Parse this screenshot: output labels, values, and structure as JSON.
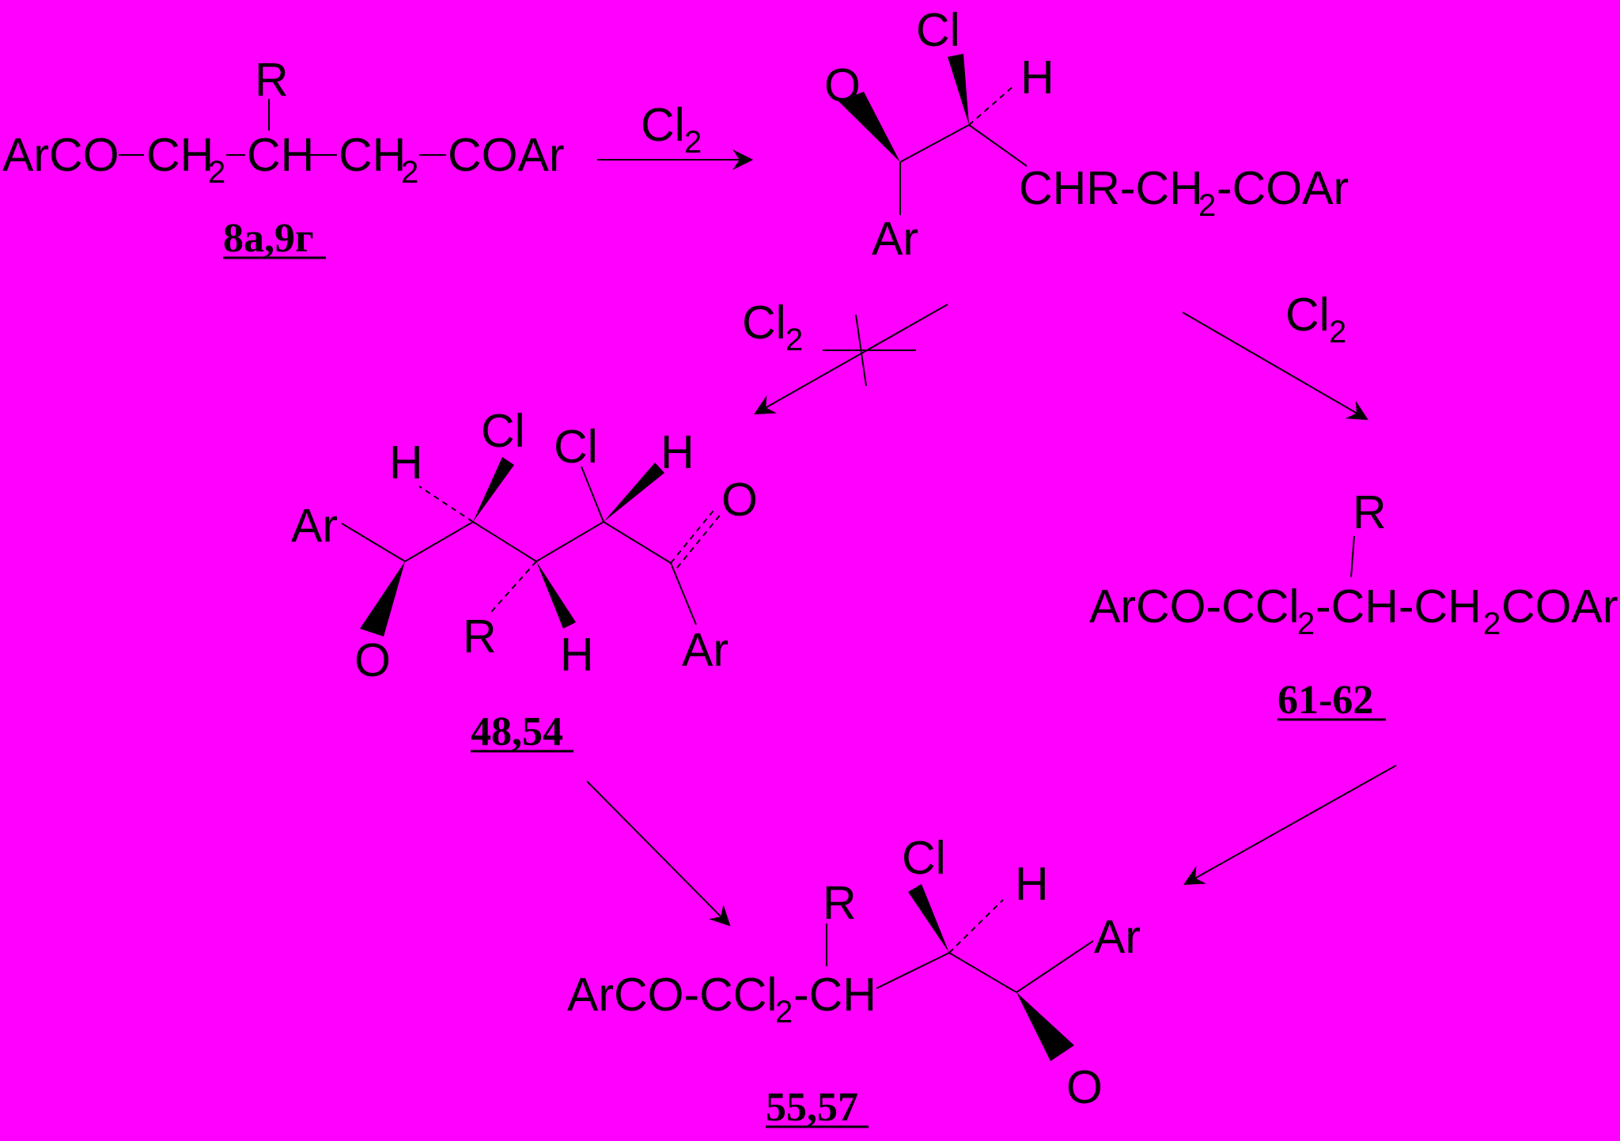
{
  "colors": {
    "background": "#FF00FF",
    "ink": "#000000"
  },
  "reagent": {
    "main": "Cl",
    "sub": "2"
  },
  "compounds": {
    "c8a9g": "8a,9г",
    "c48_54": "48,54",
    "c61_62": "61-62",
    "c55_57": "55,57"
  },
  "atoms": {
    "R": "R",
    "H": "H",
    "Cl": "Cl",
    "O": "O",
    "Ar": "Ar",
    "two": "2",
    "ArCO": "ArCO",
    "CH": "CH",
    "COAr": "COAr",
    "CHR_CH": "CHR-CH",
    "dash_COAr": "-COAr",
    "ArCO_CCl": "ArCO-CCl",
    "dash_CH": "-CH",
    "dash_CH_CH": "-CH-CH",
    "tail_COAr": "COAr"
  }
}
